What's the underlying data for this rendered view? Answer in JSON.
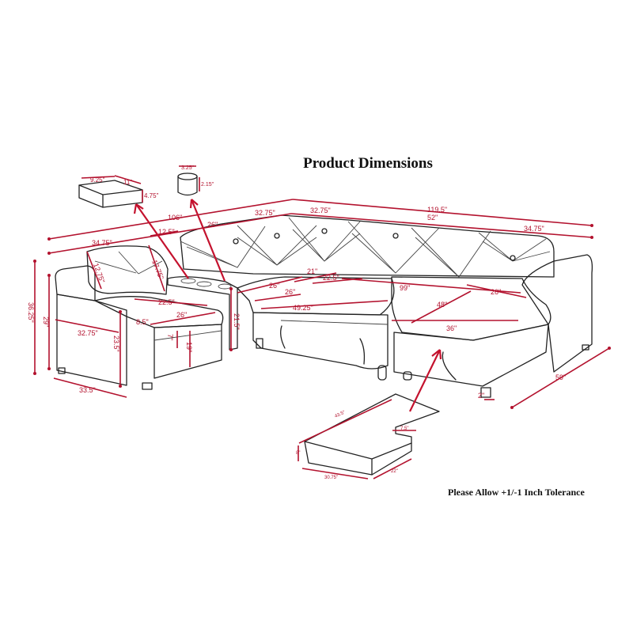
{
  "title": "Product Dimensions",
  "tolerance_note": "Please Allow +1/-1 Inch Tolerance",
  "colors": {
    "dimension": "#b3122e",
    "outline": "#222222"
  },
  "dimensions": {
    "overall_left_length": "106\"",
    "overall_right_length": "119.5\"",
    "arm_chair_width": "34.75\"",
    "console_width": "12.5\"",
    "corner_width": "26\"",
    "seat_module_width": "32.75\"",
    "middle_module_width": "32.75\"",
    "right_module_width": "52\"",
    "chaise_width": "34.75\"",
    "back_cushion_height": "17.75\"",
    "back_height_upper": "12.75\"",
    "seat_depth_inner": "22.5\"",
    "arm_width": "8.5\"",
    "seat_depth_26": "26\"",
    "seat_height_7": "7\"",
    "seat_height_19": "19\"",
    "overall_height": "36.25\"",
    "arm_height": "29\"",
    "side_depth": "32.75\"",
    "base_height": "23.5\"",
    "side_base_depth": "33.5\"",
    "console_height": "21.5\"",
    "corner_seat_a": "26\"",
    "corner_seat_b": "26\"",
    "back_inner_21": "21\"",
    "back_inner_22_5": "22.5\"",
    "bed_length": "99\"",
    "bed_width_26": "26\"",
    "bed_depth_49_25": "49.25\"",
    "bed_depth_48": "48\"",
    "chaise_seat_36": "36\"",
    "chaise_depth_59": "59\"",
    "leg_height": "2\"",
    "tray_width": "9.25\"",
    "tray_depth": "11\"",
    "tray_height": "4.75\"",
    "cup_diameter": "3.25\"",
    "cup_height": "2.15\"",
    "ottoman_length": "43.5\"",
    "ottoman_notch": "7.5\"",
    "ottoman_height": "8\"",
    "ottoman_front": "30.75\"",
    "ottoman_depth": "22\""
  }
}
